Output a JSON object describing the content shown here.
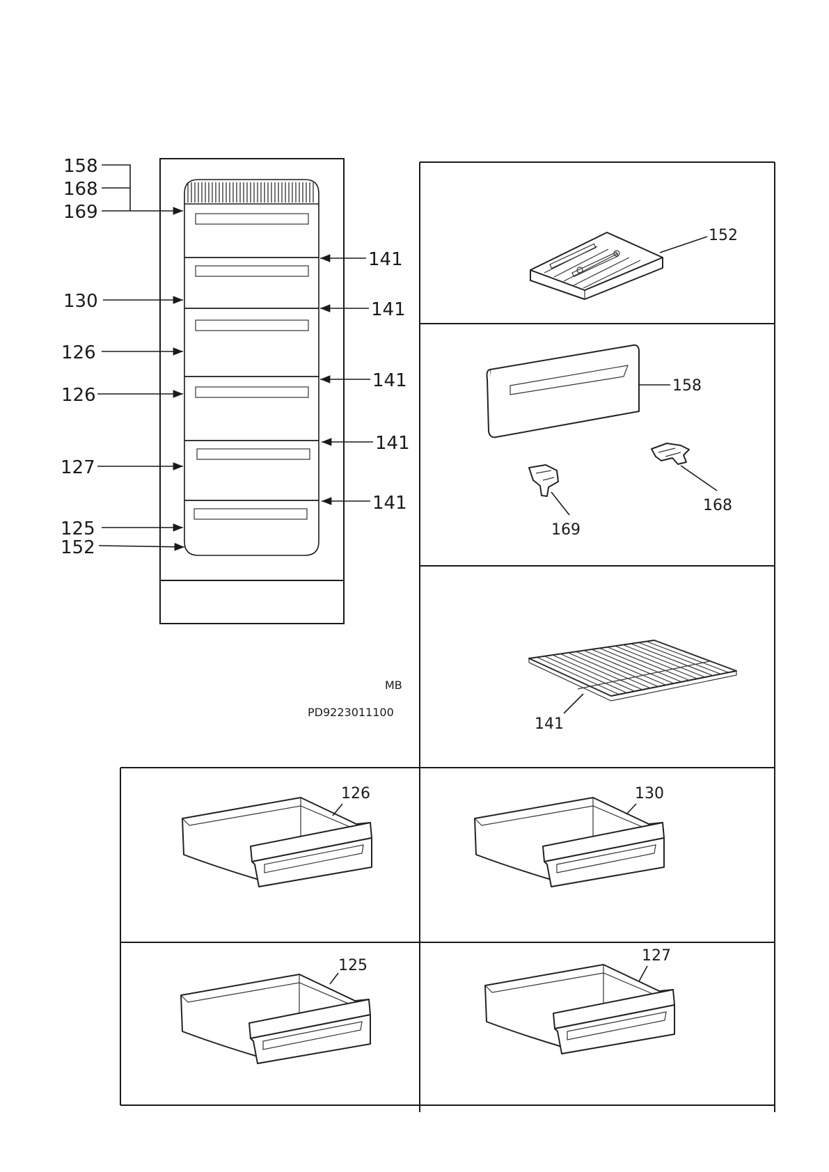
{
  "labels": {
    "overview": {
      "left": [
        "158",
        "168",
        "169",
        "130",
        "126",
        "126",
        "127",
        "125",
        "152"
      ],
      "right": [
        "141",
        "141",
        "141",
        "141",
        "141"
      ]
    },
    "parts": {
      "p152": "152",
      "p158": "158",
      "p169": "169",
      "p168": "168",
      "p141": "141",
      "p126": "126",
      "p130": "130",
      "p125": "125",
      "p127": "127"
    }
  },
  "meta": {
    "model": "MB",
    "code": "PD9223011100"
  }
}
